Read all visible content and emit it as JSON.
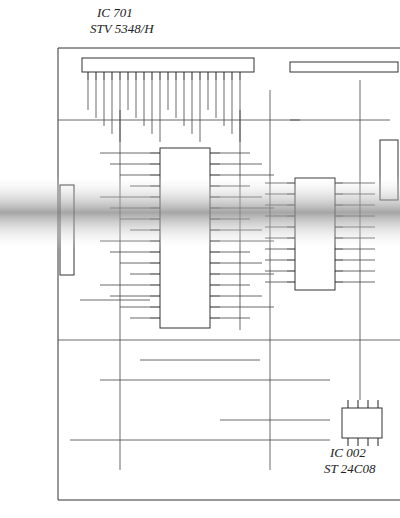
{
  "diagram": {
    "labels": [
      "IC 701",
      "STV 5348/H",
      "IC 002",
      "ST 24C08"
    ]
  }
}
